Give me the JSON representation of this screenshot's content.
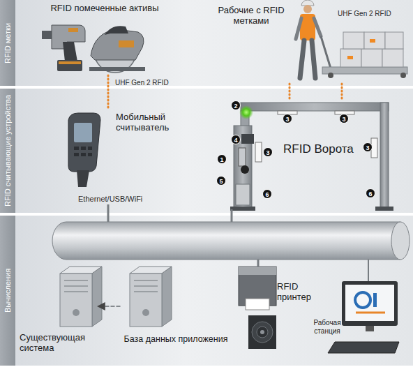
{
  "diagram": {
    "nodes": [
      {
        "text": [
          "RFID метки"
        ]
      },
      {
        "text": [
          "RFID считывающие устройства"
        ]
      },
      {
        "text": [
          "Вычисления"
        ]
      },
      {
        "text": [
          "RFID помеченные активы"
        ],
        "in": 0
      },
      {
        "text": [
          "Рабочие с RFID метками"
        ],
        "in": 0
      },
      {
        "text": [
          "Мобильный считыватель"
        ],
        "in": 1
      },
      {
        "text": [
          "RFID Ворота"
        ],
        "in": 1
      },
      {
        "text": [
          "Существующая система"
        ],
        "in": 2
      },
      {
        "text": [
          "База данных приложения"
        ],
        "in": 2
      },
      {
        "text": [
          "RFID принтер"
        ],
        "in": 2
      },
      {
        "text": [
          "Рабочая станция"
        ],
        "in": 2
      }
    ],
    "edges": [
      {
        "from": 3,
        "to": 5,
        "arrow": "none"
      },
      {
        "from": 4,
        "to": 6,
        "arrow": "none"
      },
      {
        "from": 8,
        "to": 7,
        "arrow": "to"
      }
    ],
    "labels": [
      "UHF Gen 2 RFID",
      "UHF Gen 2 RFID",
      "2",
      "3",
      "3",
      "4",
      "3",
      "3",
      "1",
      "5",
      "6",
      "6",
      "Ethernet/USB/WiFi"
    ]
  }
}
